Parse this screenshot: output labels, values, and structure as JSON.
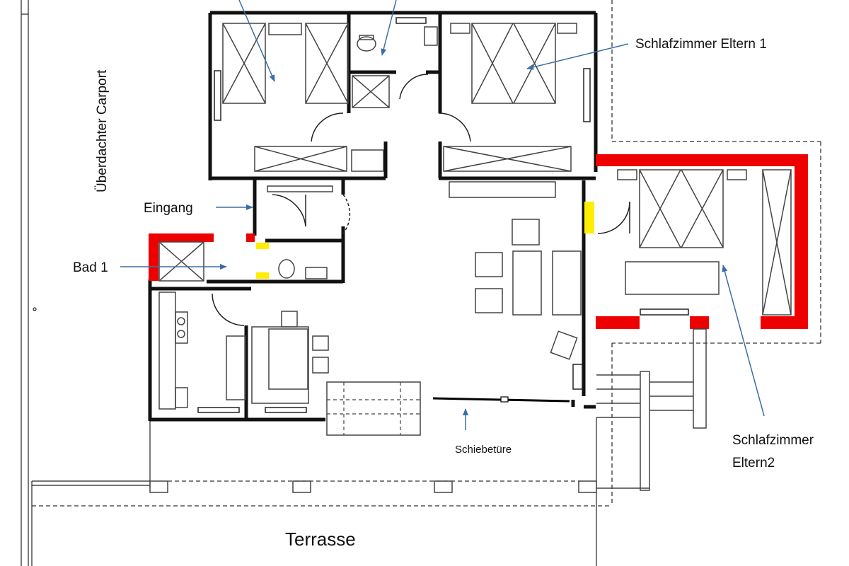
{
  "plan": {
    "labels": {
      "carport": "Überdachter Carport",
      "eingang": "Eingang",
      "bad1": "Bad 1",
      "schlafzimmer_eltern1": "Schlafzimmer Eltern 1",
      "schlafzimmer_eltern2_line1": "Schlafzimmer",
      "schlafzimmer_eltern2_line2": "Eltern2",
      "schiebetuere": "Schiebetüre",
      "terrasse": "Terrasse"
    },
    "colors": {
      "wall": "#111111",
      "new_wall": "#ee0000",
      "door_highlight": "#ffee00",
      "arrow": "#3a6ea5",
      "furniture": "#444444"
    }
  }
}
